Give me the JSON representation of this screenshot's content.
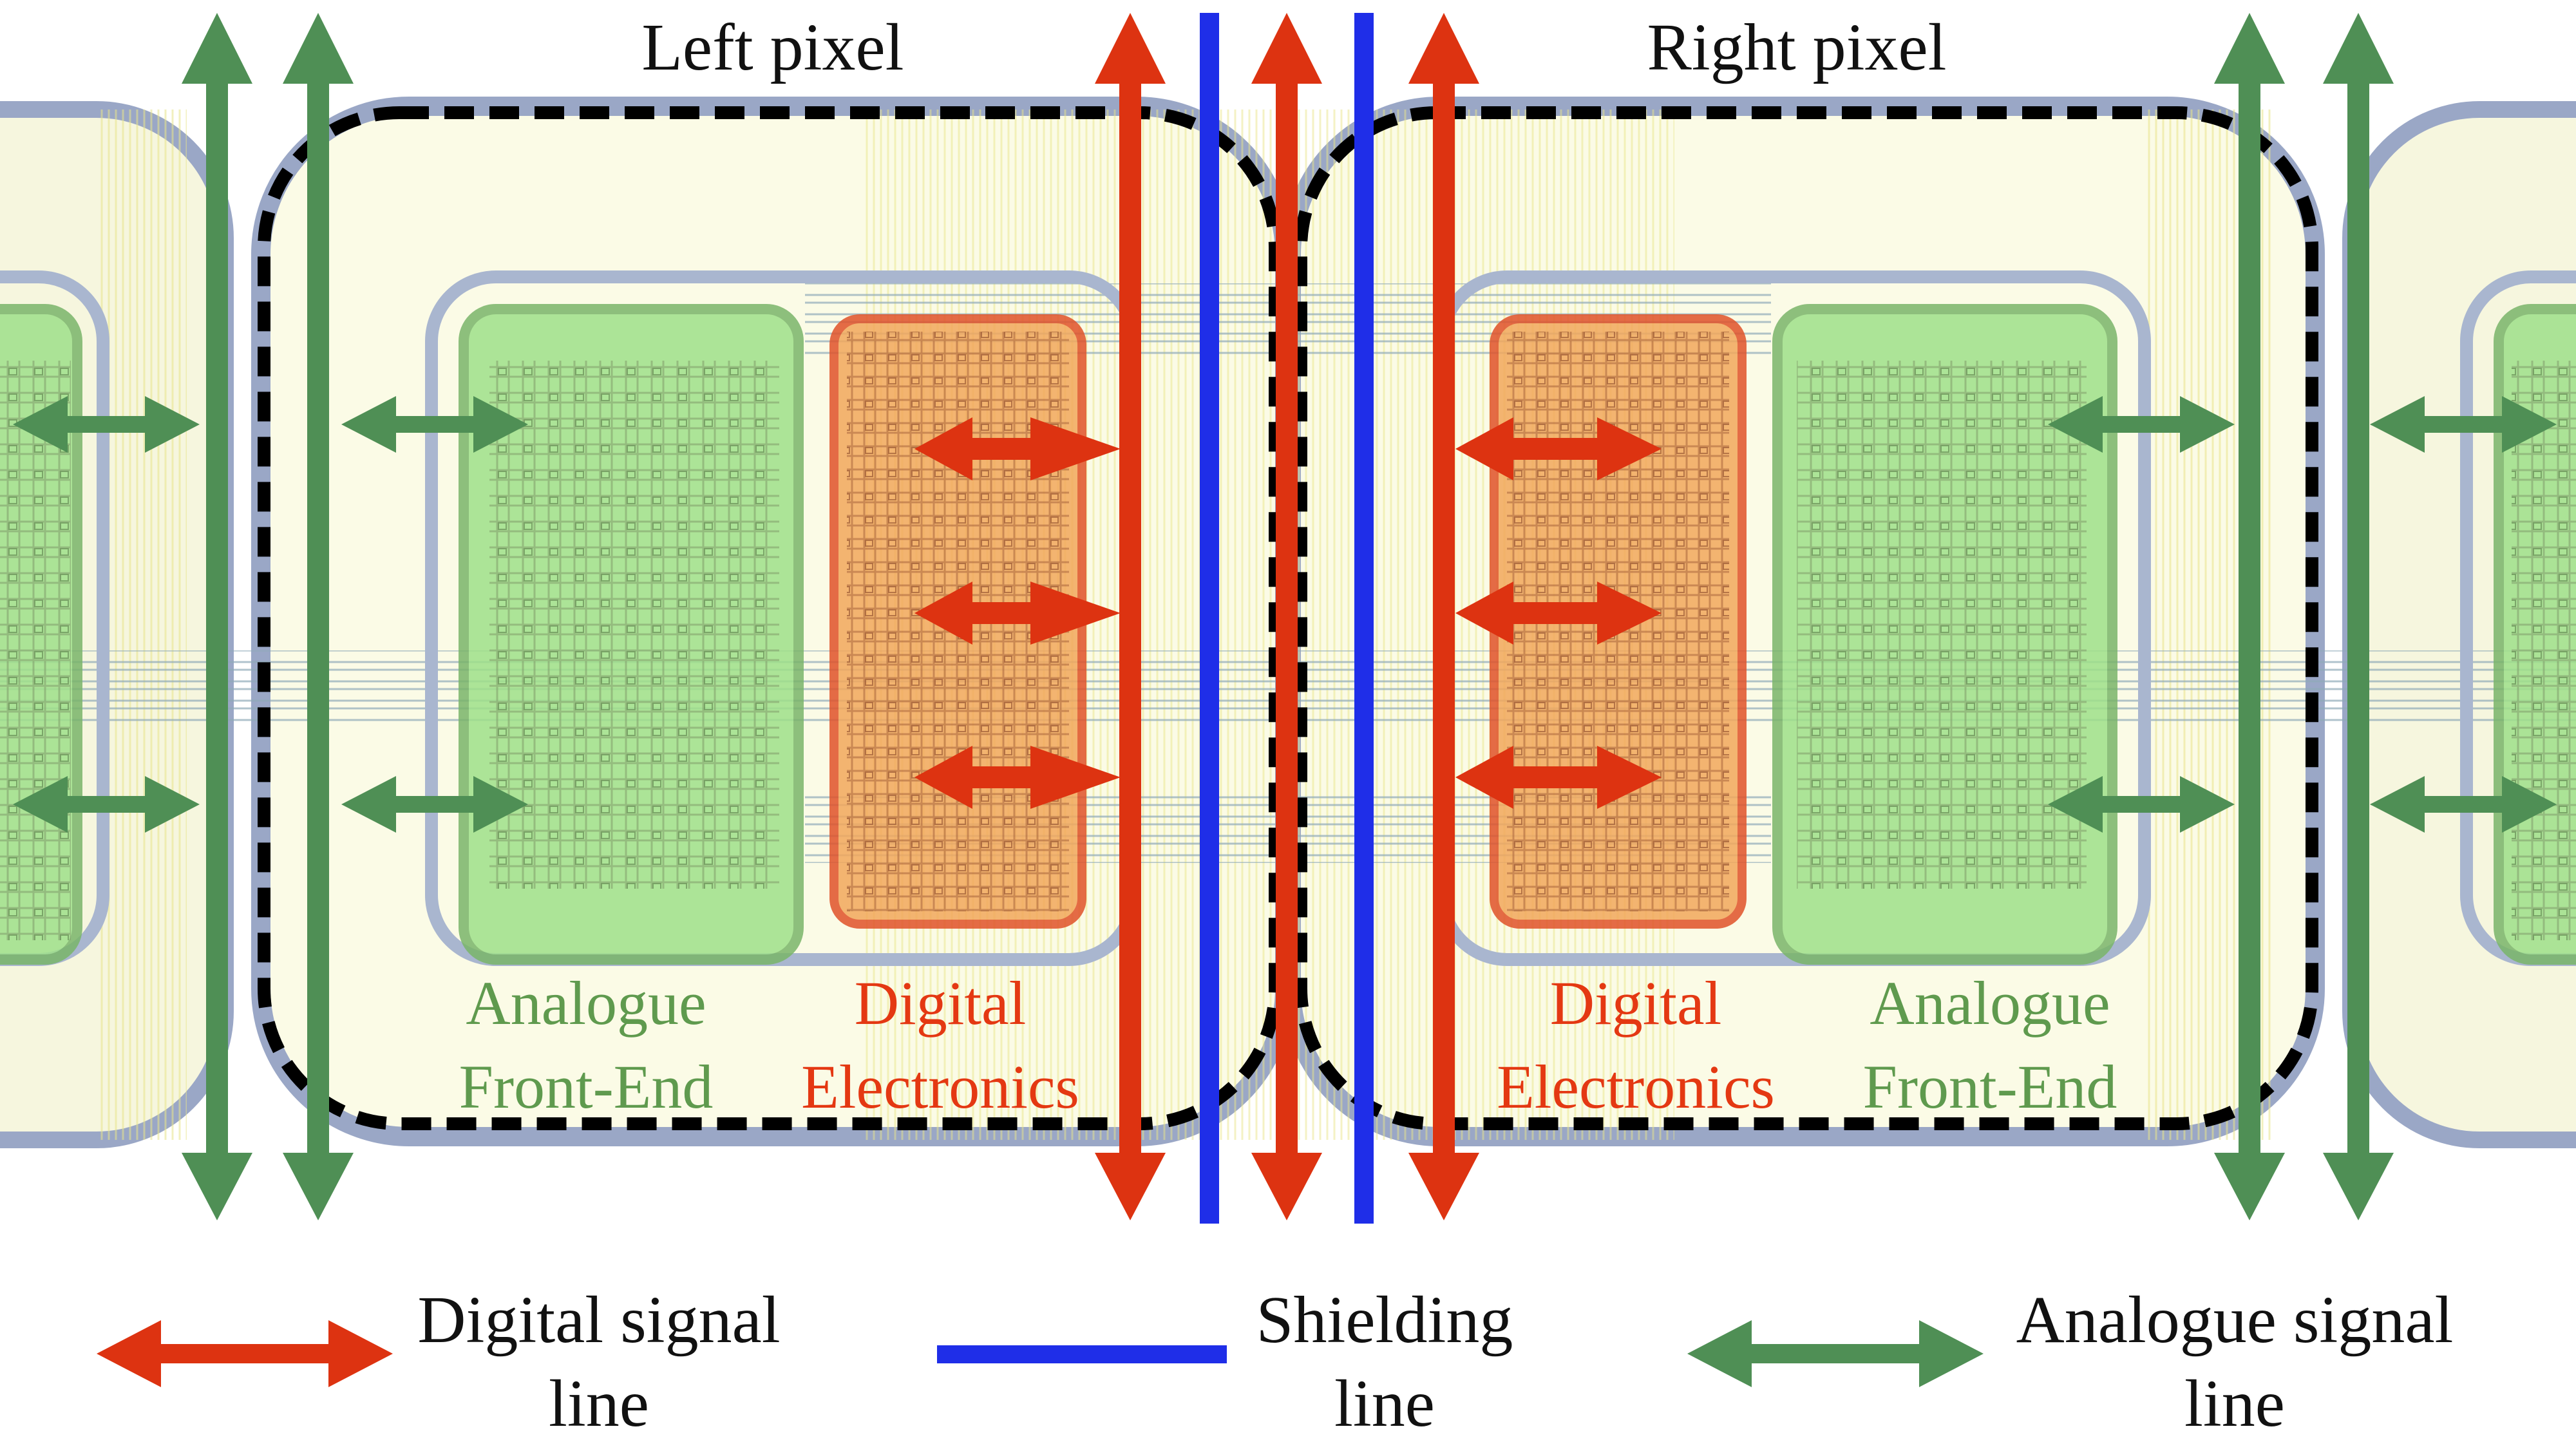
{
  "titles": {
    "left_pixel": "Left pixel",
    "right_pixel": "Right pixel"
  },
  "blocks": {
    "left_afe_line1": "Analogue",
    "left_afe_line2": "Front-End",
    "left_digital_line1": "Digital",
    "left_digital_line2": "Electronics",
    "right_digital_line1": "Digital",
    "right_digital_line2": "Electronics",
    "right_afe_line1": "Analogue",
    "right_afe_line2": "Front-End"
  },
  "legend": {
    "digital_line1": "Digital signal",
    "digital_line2": "line",
    "shielding_line1": "Shielding",
    "shielding_line2": "line",
    "analogue_line1": "Analogue signal",
    "analogue_line2": "line"
  },
  "colors": {
    "digital_signal": "#dd3311",
    "shielding": "#1f2ee8",
    "analogue_signal": "#4f8f55",
    "analogue_block_fill": "#9fe08a",
    "digital_block_fill": "#f2a85c",
    "pixel_background": "#fbfbe6",
    "pixel_boundary": "#000000"
  }
}
